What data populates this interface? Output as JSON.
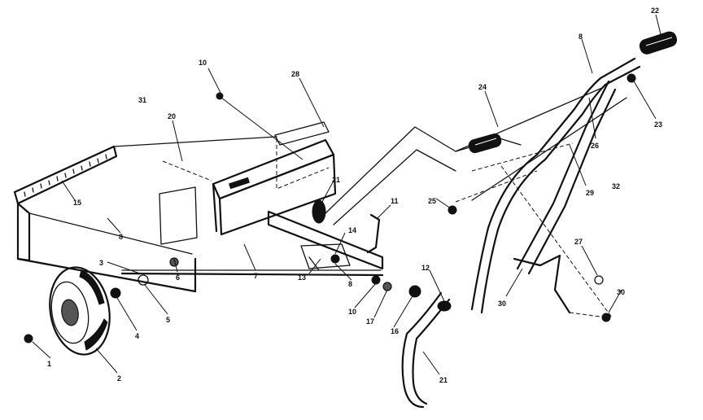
{
  "callouts": [
    {
      "id": "c1",
      "label": "1"
    },
    {
      "id": "c2",
      "label": "2"
    },
    {
      "id": "c3",
      "label": "3"
    },
    {
      "id": "c4",
      "label": "4"
    },
    {
      "id": "c5",
      "label": "5"
    },
    {
      "id": "c6",
      "label": "6"
    },
    {
      "id": "c7",
      "label": "7"
    },
    {
      "id": "c8a",
      "label": "8"
    },
    {
      "id": "c8b",
      "label": "8"
    },
    {
      "id": "c8c",
      "label": "8"
    },
    {
      "id": "c10a",
      "label": "10"
    },
    {
      "id": "c10b",
      "label": "10"
    },
    {
      "id": "c11",
      "label": "11"
    },
    {
      "id": "c12",
      "label": "12"
    },
    {
      "id": "c13",
      "label": "13"
    },
    {
      "id": "c14",
      "label": "14"
    },
    {
      "id": "c15",
      "label": "15"
    },
    {
      "id": "c16",
      "label": "16"
    },
    {
      "id": "c17",
      "label": "17"
    },
    {
      "id": "c20",
      "label": "20"
    },
    {
      "id": "c21a",
      "label": "21"
    },
    {
      "id": "c21b",
      "label": "21"
    },
    {
      "id": "c22",
      "label": "22"
    },
    {
      "id": "c23",
      "label": "23"
    },
    {
      "id": "c24",
      "label": "24"
    },
    {
      "id": "c25",
      "label": "25"
    },
    {
      "id": "c26",
      "label": "26"
    },
    {
      "id": "c27",
      "label": "27"
    },
    {
      "id": "c28",
      "label": "28"
    },
    {
      "id": "c29",
      "label": "29"
    },
    {
      "id": "c30a",
      "label": "30"
    },
    {
      "id": "c30b",
      "label": "30"
    },
    {
      "id": "c31",
      "label": "31"
    },
    {
      "id": "c32",
      "label": "32"
    }
  ]
}
